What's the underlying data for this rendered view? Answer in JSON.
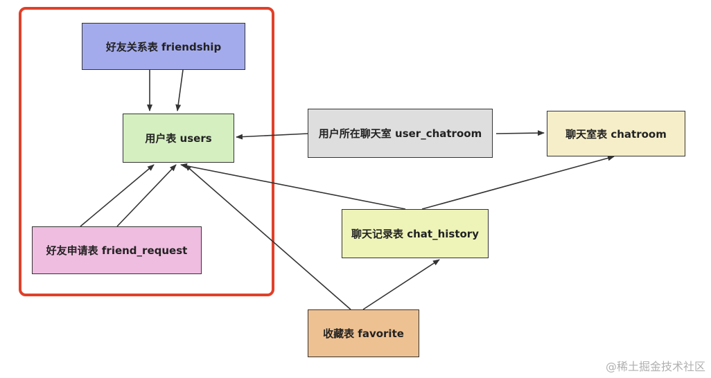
{
  "nodes": {
    "friendship": {
      "label": "好友关系表 friendship",
      "color": "#a4abec"
    },
    "users": {
      "label": "用户表 users",
      "color": "#d5efc0"
    },
    "friend_request": {
      "label": "好友申请表 friend_request",
      "color": "#efbde0"
    },
    "user_chatroom": {
      "label": "用户所在聊天室 user_chatroom",
      "color": "#dedede"
    },
    "chatroom": {
      "label": "聊天室表 chatroom",
      "color": "#f6eec8"
    },
    "chat_history": {
      "label": "聊天记录表 chat_history",
      "color": "#eef3b8"
    },
    "favorite": {
      "label": "收藏表 favorite",
      "color": "#eec192"
    }
  },
  "edges": [
    {
      "from": "friendship",
      "to": "users"
    },
    {
      "from": "friendship",
      "to": "users"
    },
    {
      "from": "friend_request",
      "to": "users"
    },
    {
      "from": "friend_request",
      "to": "users"
    },
    {
      "from": "user_chatroom",
      "to": "users"
    },
    {
      "from": "user_chatroom",
      "to": "chatroom"
    },
    {
      "from": "chat_history",
      "to": "users"
    },
    {
      "from": "chat_history",
      "to": "chatroom"
    },
    {
      "from": "favorite",
      "to": "users"
    },
    {
      "from": "favorite",
      "to": "chat_history"
    }
  ],
  "highlight": {
    "color": "#e0402a"
  },
  "watermark": "@稀土掘金技术社区"
}
